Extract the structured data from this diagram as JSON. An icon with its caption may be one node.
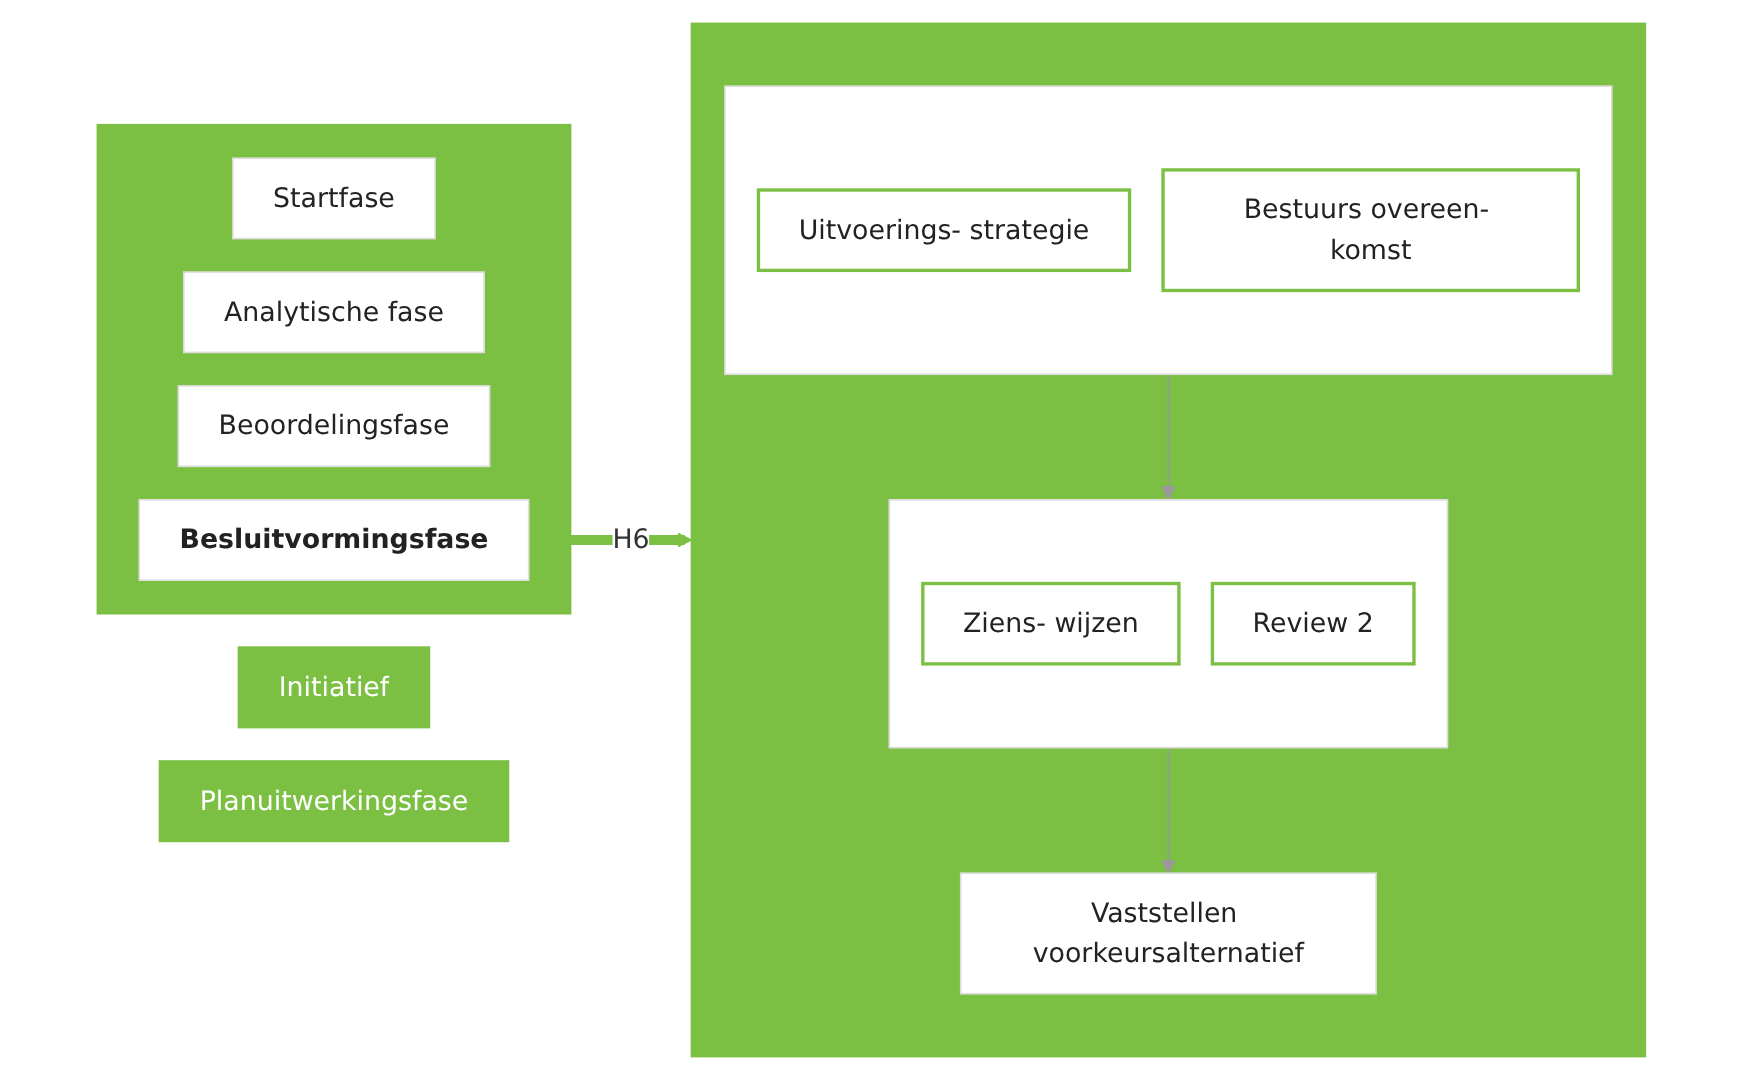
{
  "diagram": {
    "nodes": [
      {
        "text": [
          "Initiatief"
        ]
      },
      {
        "text": [],
        "shape": "box"
      },
      {
        "text": [
          "Startfase"
        ],
        "in": 1
      },
      {
        "text": [
          "Analytische fase"
        ],
        "in": 1
      },
      {
        "text": [
          "Beoordelingsfase"
        ],
        "in": 1
      },
      {
        "text": [
          "Besluitvormingsfase"
        ],
        "in": 1
      },
      {
        "text": [
          "Planuitwerkingsfase"
        ]
      },
      {
        "text": [],
        "shape": "box"
      },
      {
        "text": [],
        "shape": "box",
        "in": 7
      },
      {
        "text": [
          "Uitvoerings- strategie"
        ],
        "in": 8
      },
      {
        "text": [
          "Bestuurs overeen- komst"
        ],
        "in": 8
      },
      {
        "text": [],
        "shape": "box",
        "in": 7
      },
      {
        "text": [
          "Ziens- wijzen"
        ],
        "in": 11
      },
      {
        "text": [
          "Review 2"
        ],
        "in": 11
      },
      {
        "text": [
          "Vaststellen voorkeursalternatief"
        ],
        "in": 7
      }
    ],
    "edges": [
      {
        "from": 5,
        "to": 7,
        "arrow": "to",
        "label": "H6",
        "style": "thick",
        "color": "#7bc043"
      },
      {
        "from": 8,
        "to": 11,
        "arrow": "to"
      },
      {
        "from": 11,
        "to": 14,
        "arrow": "to"
      }
    ]
  }
}
